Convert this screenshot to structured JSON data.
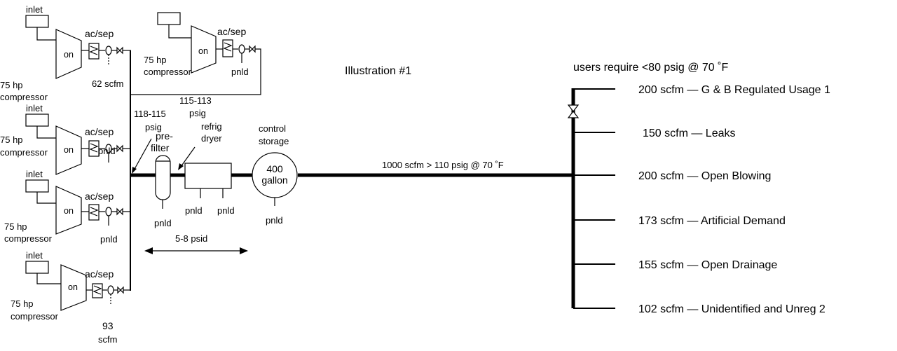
{
  "title": "Illustration #1",
  "users_note": "users require <80 psig @ 70 ˚F",
  "compressors": [
    {
      "inlet": "inlet",
      "status": "on",
      "sep": "ac/sep",
      "rating": "75 hp",
      "type": "compressor",
      "drain": "62 scfm"
    },
    {
      "inlet": "",
      "status": "on",
      "sep": "ac/sep",
      "rating": "75 hp",
      "type": "compressor",
      "drain": "pnld"
    },
    {
      "inlet": "inlet",
      "status": "on",
      "sep": "ac/sep",
      "rating": "75 hp",
      "type": "compressor",
      "drain": "pnld"
    },
    {
      "inlet": "inlet",
      "status": "on",
      "sep": "ac/sep",
      "rating": "75 hp",
      "type": "compressor",
      "drain": "pnld"
    },
    {
      "inlet": "inlet",
      "status": "on",
      "sep": "ac/sep",
      "rating": "75 hp",
      "type": "compressor",
      "drain": "93",
      "drain2": "scfm"
    }
  ],
  "pressures": {
    "p1_value": "118-115",
    "p1_unit": "psig",
    "p2_value": "115-113",
    "p2_unit": "psig"
  },
  "prefilter": {
    "label1": "pre-",
    "label2": "filter",
    "drain": "pnld"
  },
  "dryer": {
    "label1": "refrig",
    "label2": "dryer",
    "drain1": "pnld",
    "drain2": "pnld"
  },
  "storage": {
    "label1": "control",
    "label2": "storage",
    "size1": "400",
    "size2": "gallon",
    "drain": "pnld"
  },
  "pressure_drop": "5-8 psid",
  "header_flow": "1000 scfm > 110 psig @ 70 ˚F",
  "branches": [
    {
      "label": "200 scfm — G & B Regulated Usage 1"
    },
    {
      "label": "150 scfm — Leaks"
    },
    {
      "label": "200 scfm — Open Blowing"
    },
    {
      "label": "173 scfm — Artificial Demand"
    },
    {
      "label": "155 scfm — Open Drainage"
    },
    {
      "label": "102 scfm — Unidentified and Unreg  2"
    }
  ]
}
